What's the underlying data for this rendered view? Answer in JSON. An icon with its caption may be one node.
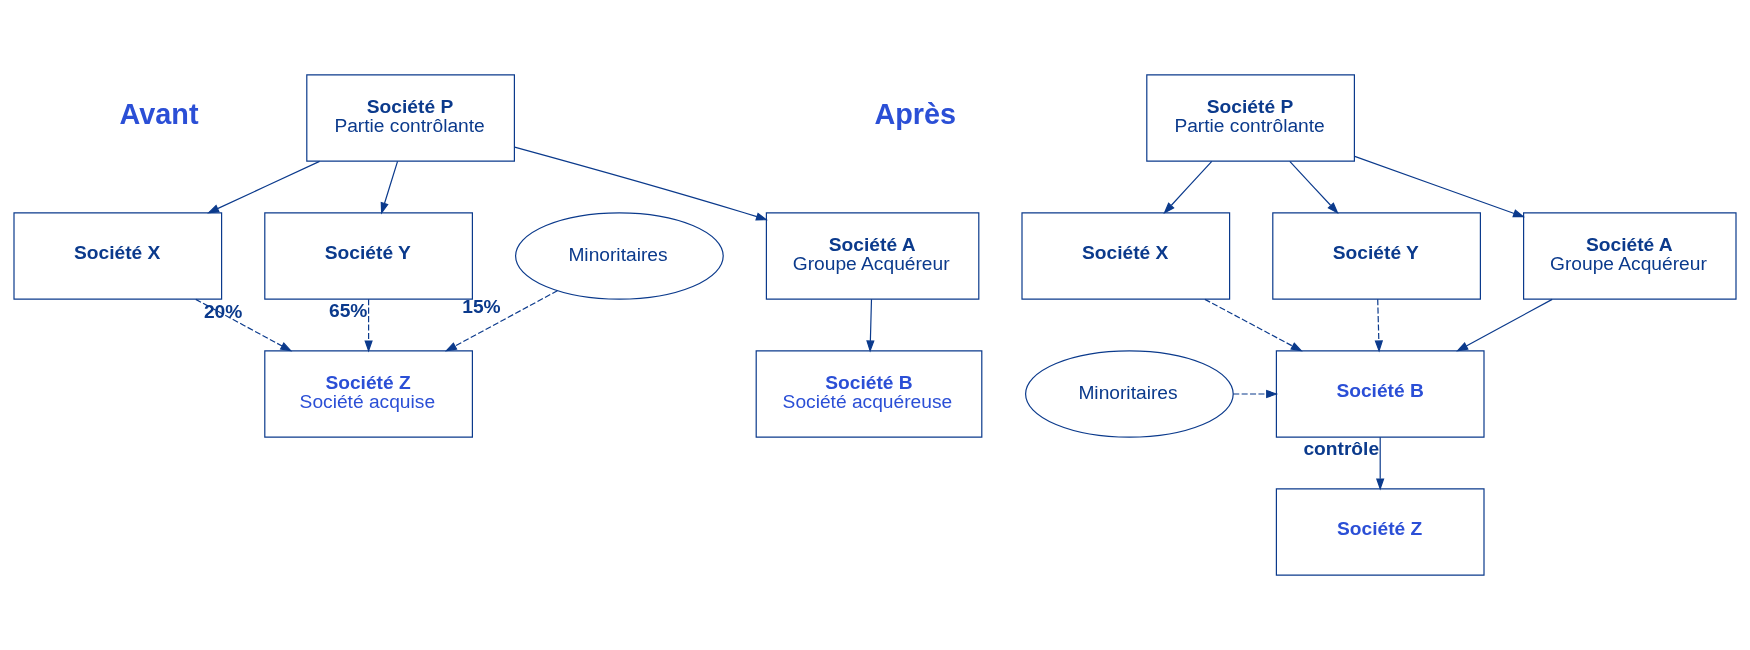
{
  "diagram": {
    "nodes": [
      {
        "text": [
          "Société P",
          "Partie contrôlante"
        ]
      },
      {
        "text": [
          "Société A",
          "Groupe Acquéreur"
        ]
      },
      {
        "text": [
          "Société X"
        ]
      },
      {
        "text": [
          "Société Y"
        ]
      },
      {
        "text": [
          "Société B",
          "Société acquéreuse"
        ]
      },
      {
        "text": [
          "Société Z",
          "Société acquise"
        ]
      },
      {
        "text": [
          "Minoritaires"
        ]
      },
      {
        "text": [
          "Société P",
          "Partie contrôlante"
        ]
      },
      {
        "text": [
          "Société A",
          "Groupe Acquéreur"
        ]
      },
      {
        "text": [
          "Société X"
        ]
      },
      {
        "text": [
          "Société Y"
        ]
      },
      {
        "text": [
          "Société B"
        ]
      },
      {
        "text": [
          "Société Z"
        ]
      },
      {
        "text": [
          "Minoritaires"
        ]
      }
    ],
    "edges": [
      {
        "from": 0,
        "to": 1,
        "arrow": "to"
      },
      {
        "from": 0,
        "to": 2,
        "arrow": "to"
      },
      {
        "from": 0,
        "to": 3,
        "arrow": "to"
      },
      {
        "from": 1,
        "to": 4,
        "arrow": "to"
      },
      {
        "from": 2,
        "to": 5,
        "arrow": "to",
        "label": "20%",
        "style": "dashed"
      },
      {
        "from": 3,
        "to": 5,
        "arrow": "to",
        "label": "65%",
        "style": "dashed"
      },
      {
        "from": 6,
        "to": 5,
        "arrow": "to",
        "label": "15%",
        "style": "dashed"
      },
      {
        "from": 7,
        "to": 8,
        "arrow": "to"
      },
      {
        "from": 7,
        "to": 9,
        "arrow": "to"
      },
      {
        "from": 7,
        "to": 10,
        "arrow": "to"
      },
      {
        "from": 8,
        "to": 11,
        "arrow": "to"
      },
      {
        "from": 9,
        "to": 11,
        "arrow": "to",
        "style": "dashed"
      },
      {
        "from": 10,
        "to": 11,
        "arrow": "to",
        "style": "dashed"
      },
      {
        "from": 13,
        "to": 11,
        "arrow": "to",
        "style": "dashed"
      },
      {
        "from": 11,
        "to": 12,
        "arrow": "to",
        "label": "contrôle"
      }
    ],
    "labels": [
      "Avant",
      "Après"
    ]
  }
}
